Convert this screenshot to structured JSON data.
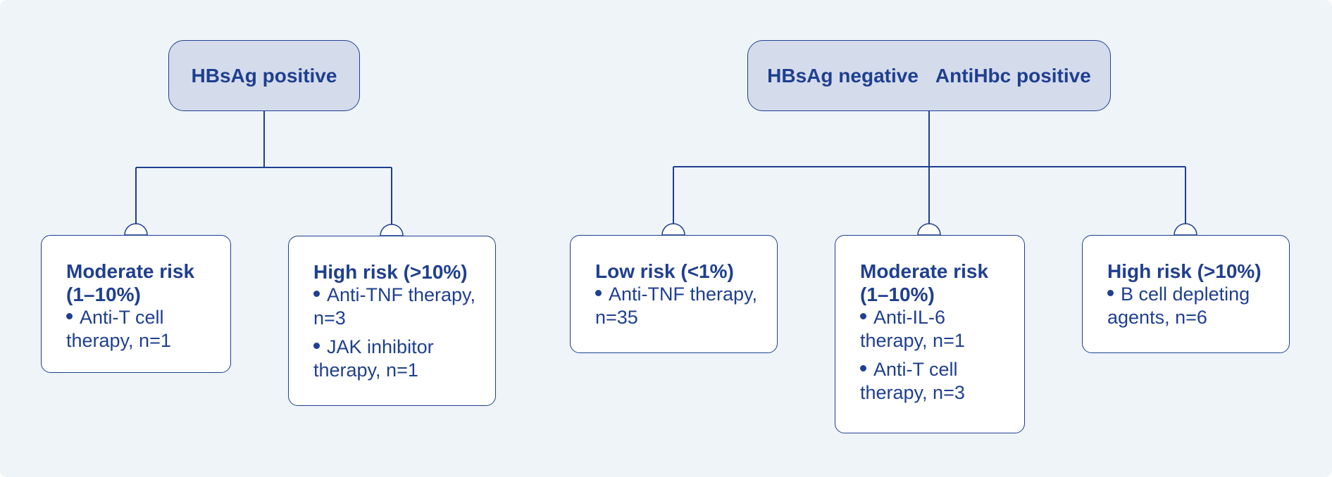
{
  "colors": {
    "background": "#eff4f8",
    "parent_fill": "#d4dcec",
    "child_fill": "#ffffff",
    "stroke": "#1f3f8f",
    "text": "#1f3f8f"
  },
  "left_group": {
    "parent": {
      "label": "HBsAg positive"
    },
    "children": [
      {
        "title": "Moderate risk (1–10%)",
        "items": [
          "Anti-T cell therapy, n=1"
        ]
      },
      {
        "title": "High risk (>10%)",
        "items": [
          "Anti-TNF therapy, n=3",
          "JAK inhibitor therapy, n=1"
        ]
      }
    ]
  },
  "right_group": {
    "parent": {
      "label_part1": "HBsAg negative",
      "label_part2": "AntiHbc positive"
    },
    "children": [
      {
        "title": "Low risk (<1%)",
        "items": [
          "Anti-TNF therapy, n=35"
        ]
      },
      {
        "title": "Moderate risk (1–10%)",
        "items": [
          "Anti-IL-6 therapy, n=1",
          "Anti-T cell therapy, n=3"
        ]
      },
      {
        "title": "High risk (>10%)",
        "items": [
          "B cell depleting agents, n=6"
        ]
      }
    ]
  }
}
